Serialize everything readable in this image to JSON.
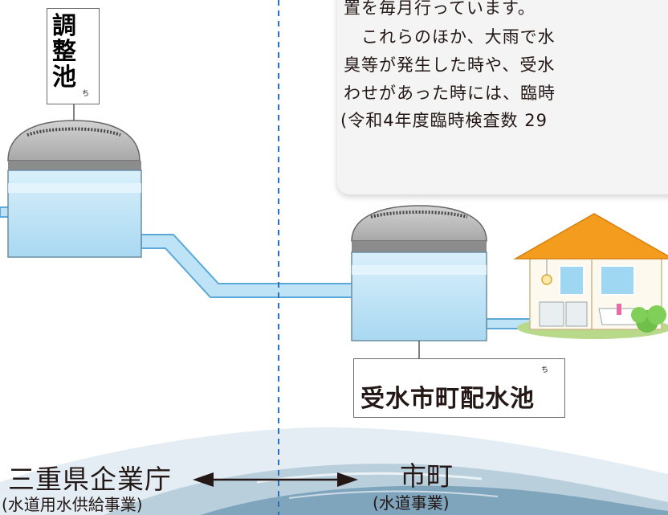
{
  "callout": {
    "lines": [
      "置を毎月行っています。",
      "これらのほか、大雨で水",
      "臭等が発生した時や、受水",
      "わせがあった時には、臨時",
      "(令和4年度臨時検査数 29"
    ]
  },
  "labels": {
    "adjustment_pond": {
      "chars": [
        "調",
        "整",
        "池"
      ],
      "ruby": "ち"
    },
    "receiving_reservoir": {
      "text": "受水市町配水池",
      "ruby": "ち"
    }
  },
  "footer": {
    "left_title": "三重県企業庁",
    "left_sub": "(水道用水供給事業)",
    "right_title": "市町",
    "right_sub": "(水道事業)"
  },
  "colors": {
    "water": "#bfe3f6",
    "water_edge": "#5aa9d9",
    "tank_cap": "#bdbdbd",
    "roof": "#f39c1e",
    "divider": "#2e6fb8",
    "callout_bg": "#f4f4f4"
  }
}
